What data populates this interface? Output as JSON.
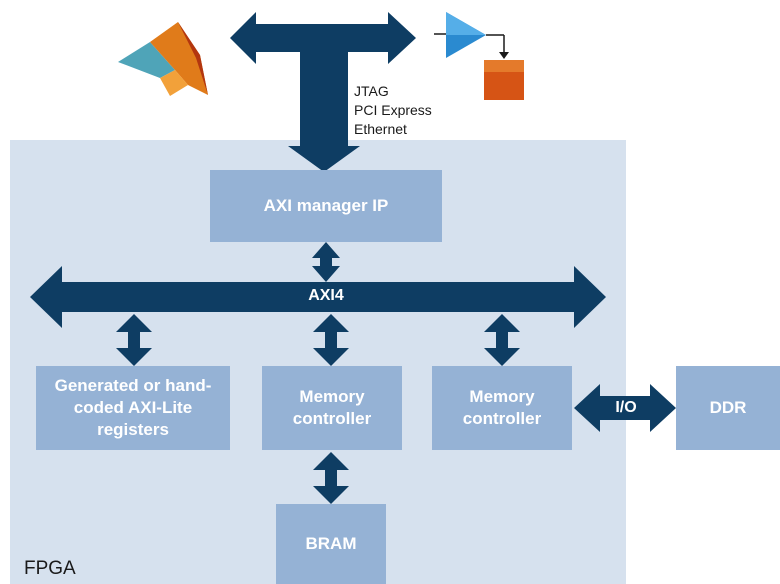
{
  "host": {
    "interfaces": [
      "JTAG",
      "PCI Express",
      "Ethernet"
    ]
  },
  "fpga": {
    "label": "FPGA"
  },
  "blocks": {
    "axi_manager": "AXI manager IP",
    "registers": "Generated or hand-coded AXI-Lite registers",
    "memory_controller_1": "Memory controller",
    "memory_controller_2": "Memory controller",
    "bram": "BRAM",
    "ddr": "DDR"
  },
  "buses": {
    "axi4": "AXI4",
    "io": "I/O"
  },
  "icons": [
    "matlab-logo-icon",
    "simulink-logo-icon"
  ],
  "colors": {
    "arrow": "#0e3d63",
    "block": "#95b2d5",
    "fpga_bg": "#d6e1ee",
    "block_text": "#ffffff"
  }
}
